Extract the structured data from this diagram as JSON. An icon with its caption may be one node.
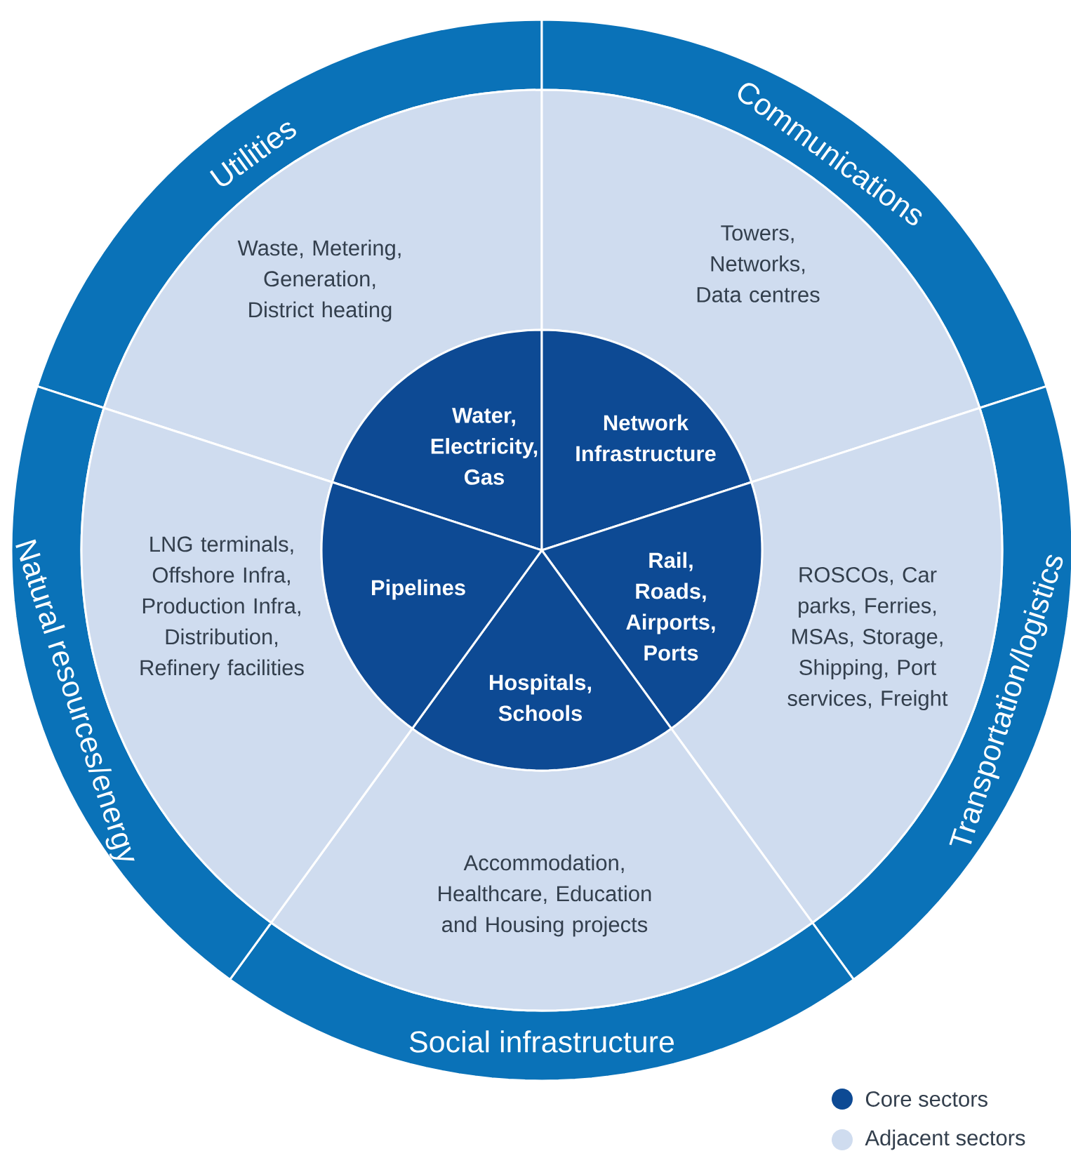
{
  "diagram": {
    "nodes": [
      {
        "text": [
          "Utilities"
        ]
      },
      {
        "text": [
          "Waste, Metering, Generation, District heating"
        ]
      },
      {
        "text": [
          "Water, Electricity, Gas"
        ]
      },
      {
        "text": [
          "Communications"
        ]
      },
      {
        "text": [
          "Towers, Networks, Data centres"
        ]
      },
      {
        "text": [
          "Network Infrastructure"
        ]
      },
      {
        "text": [
          "Transportation/logistics"
        ]
      },
      {
        "text": [
          "ROSCOs, Car parks, Ferries, MSAs, Storage, Shipping, Port services, Freight"
        ]
      },
      {
        "text": [
          "Rail, Roads, Airports, Ports"
        ]
      },
      {
        "text": [
          "Social infrastructure"
        ]
      },
      {
        "text": [
          "Accommodation, Healthcare, Education and Housing projects"
        ]
      },
      {
        "text": [
          "Hospitals, Schools"
        ]
      },
      {
        "text": [
          "Natural resources/energy"
        ]
      },
      {
        "text": [
          "LNG terminals, Offshore Infra, Production Infra, Distribution, Refinery facilities"
        ]
      },
      {
        "text": [
          "Pipelines"
        ]
      }
    ],
    "legend": [
      {
        "text": "Core sectors",
        "color": "#0d4a94"
      },
      {
        "text": "Adjacent sectors",
        "color": "#cfdcef"
      }
    ]
  }
}
